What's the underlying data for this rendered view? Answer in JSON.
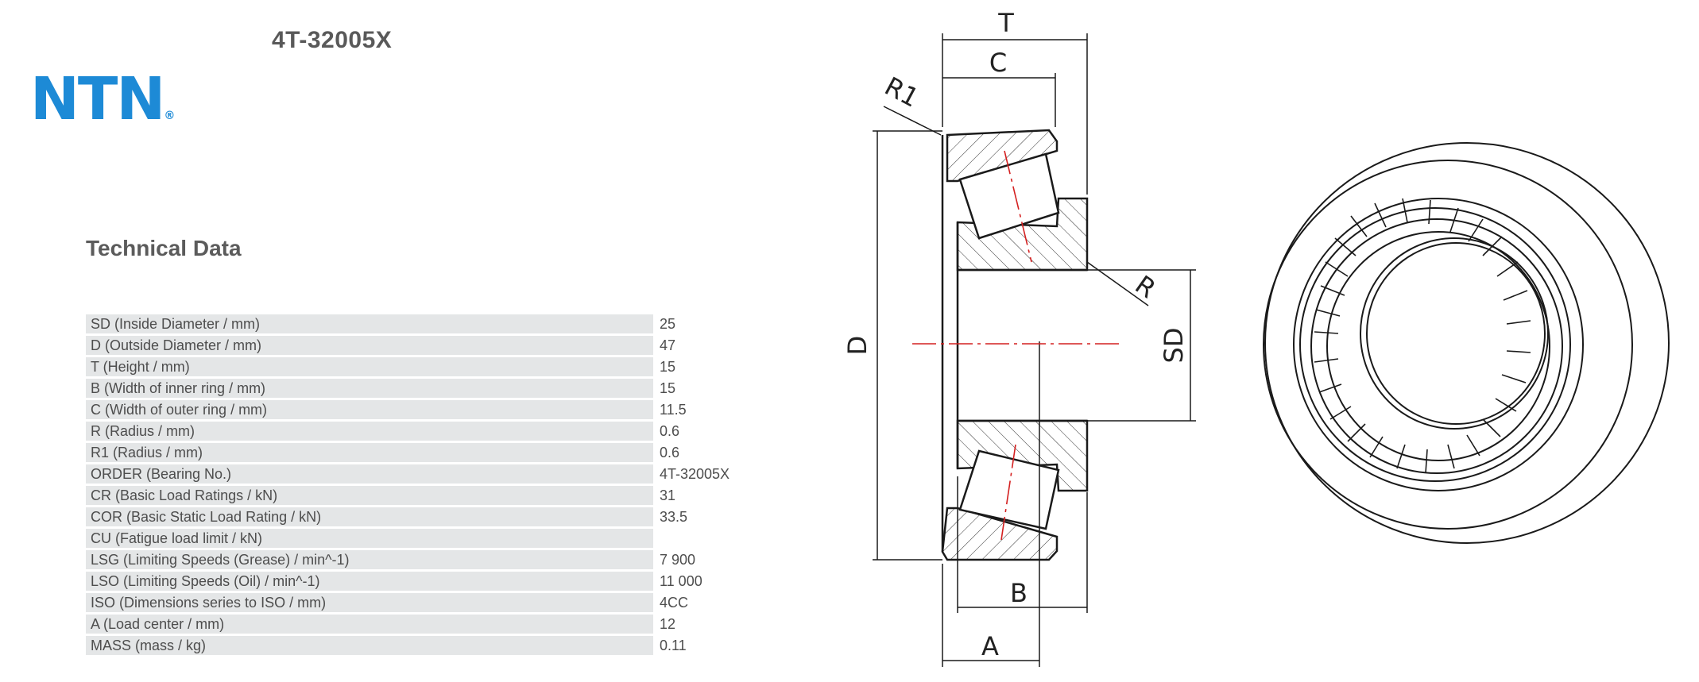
{
  "header": {
    "part_number": "4T-32005X",
    "logo_text": "NTN",
    "logo_mark": "®",
    "brand_color": "#1d8ad6"
  },
  "section": {
    "title": "Technical Data"
  },
  "specs": [
    {
      "label": "SD (Inside Diameter / mm)",
      "value": "25"
    },
    {
      "label": "D (Outside Diameter / mm)",
      "value": "47"
    },
    {
      "label": "T (Height / mm)",
      "value": "15"
    },
    {
      "label": "B (Width of inner ring / mm)",
      "value": "15"
    },
    {
      "label": "C (Width of outer ring / mm)",
      "value": "11.5"
    },
    {
      "label": "R (Radius / mm)",
      "value": "0.6"
    },
    {
      "label": "R1 (Radius / mm)",
      "value": "0.6"
    },
    {
      "label": "ORDER (Bearing No.)",
      "value": "4T-32005X"
    },
    {
      "label": "CR (Basic Load Ratings / kN)",
      "value": "31"
    },
    {
      "label": "COR (Basic Static Load Rating / kN)",
      "value": "33.5"
    },
    {
      "label": "CU (Fatigue load limit / kN)",
      "value": ""
    },
    {
      "label": "LSG (Limiting Speeds (Grease) / min^-1)",
      "value": "7 900"
    },
    {
      "label": "LSO (Limiting Speeds (Oil) / min^-1)",
      "value": "11 000"
    },
    {
      "label": "ISO (Dimensions series to ISO / mm)",
      "value": "4CC"
    },
    {
      "label": "A (Load center / mm)",
      "value": "12"
    },
    {
      "label": "MASS (mass / kg)",
      "value": "0.11"
    }
  ],
  "drawing": {
    "labels": {
      "T": "T",
      "C": "C",
      "R1": "R1",
      "R": "R",
      "D": "D",
      "SD": "SD",
      "B": "B",
      "A": "A"
    },
    "line_color": "#1a1a1a",
    "centerline_color": "#d42020"
  }
}
